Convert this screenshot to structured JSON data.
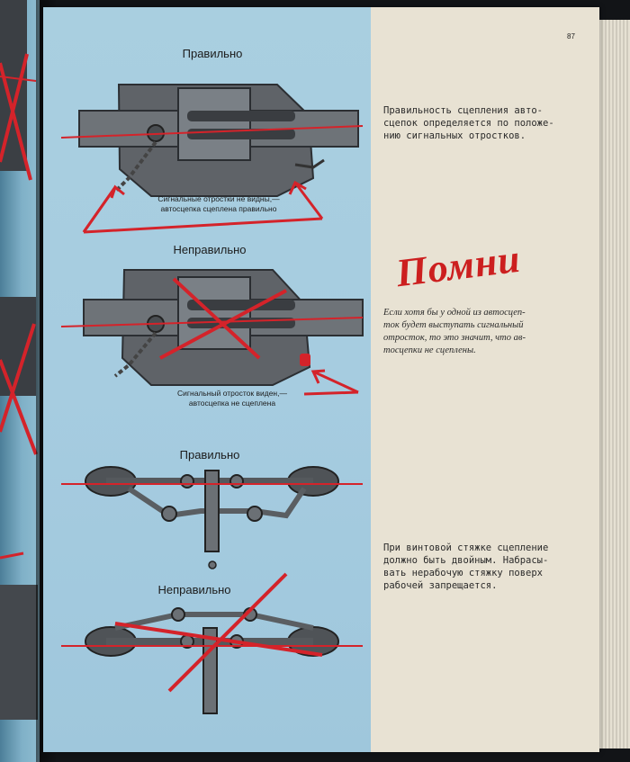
{
  "page_number": "87",
  "diagrams": [
    {
      "caption": "Правильно",
      "note_line1": "Сигнальные отростки не видны,—",
      "note_line2": "автосцепка сцеплена правильно"
    },
    {
      "caption": "Неправильно",
      "note_line1": "Сигнальный отросток виден,—",
      "note_line2": "автосцепка не сцеплена"
    },
    {
      "caption": "Правильно"
    },
    {
      "caption": "Неправильно"
    }
  ],
  "text_blocks": {
    "coupling": [
      "Правильность сцепления авто-",
      "сцепок определяется по положе-",
      "нию сигнальных отростков."
    ],
    "reminder_title": "Помни",
    "reminder": [
      "Если хотя бы у одной из автосцеп-",
      "ток будет выступать сигнальный",
      "отросток, то это значит, что ав-",
      "тосцепки не сцеплены."
    ],
    "screw": [
      "При винтовой стяжке сцепление",
      "должно быть двойным. Набрасы-",
      "вать нерабочую стяжку поверх",
      "рабочей запрещается."
    ]
  },
  "colors": {
    "accent_red": "#d4232a",
    "panel_blue": "#a7cde0",
    "paper": "#e8e2d3"
  }
}
